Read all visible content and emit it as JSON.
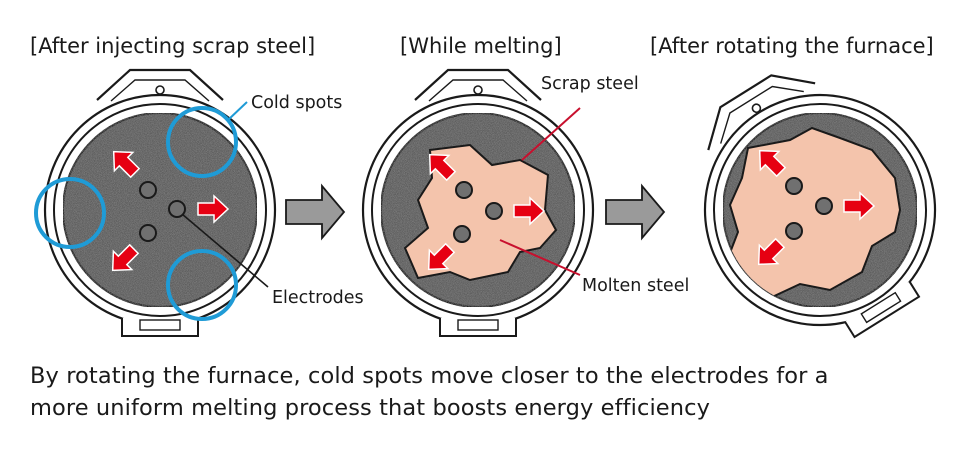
{
  "panels": [
    {
      "title": "[After injecting scrap steel]"
    },
    {
      "title": "[While melting]"
    },
    {
      "title": "[After rotating the furnace]"
    }
  ],
  "labels": {
    "cold_spots": "Cold spots",
    "electrodes": "Electrodes",
    "scrap_steel": "Scrap steel",
    "molten_steel": "Molten steel"
  },
  "caption": {
    "line1": "By rotating the furnace, cold spots move closer to the electrodes for a",
    "line2": "more uniform melting process that boosts energy efficiency"
  },
  "colors": {
    "scrap": "#5d5d5d",
    "molten": "#f4c4ac",
    "arrow_red": "#e60012",
    "cold_spot_ring": "#1f9bd6",
    "process_arrow": "#9a9a9a",
    "leader_red": "#c8102e"
  }
}
